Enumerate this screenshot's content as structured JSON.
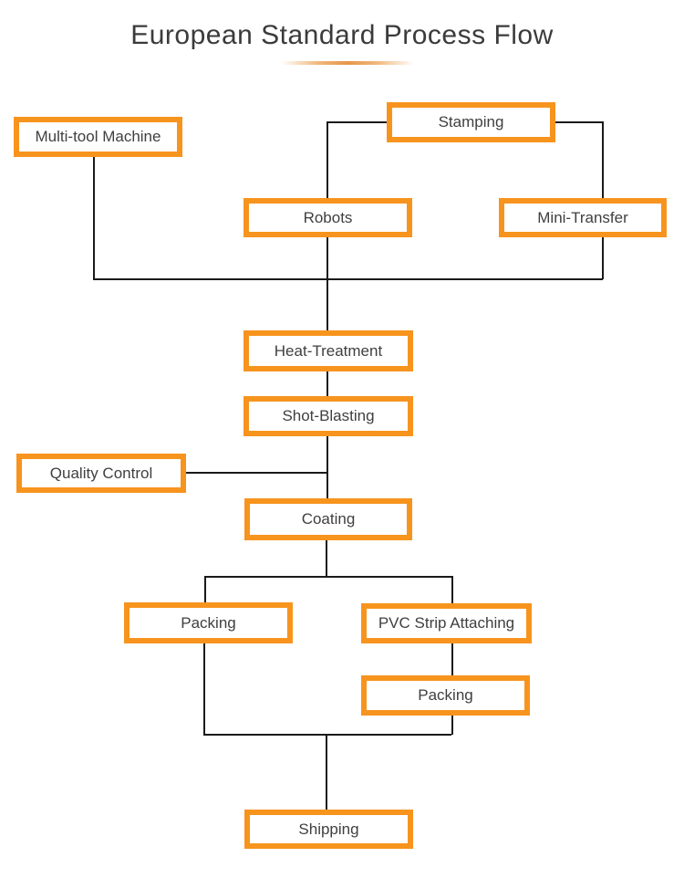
{
  "header": {
    "title": "European Standard Process Flow"
  },
  "colors": {
    "accent": "#F7941E",
    "line": "#1a1a1a",
    "text": "#3f3f3f",
    "background": "#ffffff"
  },
  "nodes": [
    {
      "id": "multi-tool-machine",
      "label": "Multi-tool Machine"
    },
    {
      "id": "stamping",
      "label": "Stamping"
    },
    {
      "id": "robots",
      "label": "Robots"
    },
    {
      "id": "mini-transfer",
      "label": "Mini-Transfer"
    },
    {
      "id": "heat-treatment",
      "label": "Heat-Treatment"
    },
    {
      "id": "shot-blasting",
      "label": "Shot-Blasting"
    },
    {
      "id": "quality-control",
      "label": "Quality Control"
    },
    {
      "id": "coating",
      "label": "Coating"
    },
    {
      "id": "packing-left",
      "label": "Packing"
    },
    {
      "id": "pvc-strip-attaching",
      "label": "PVC Strip Attaching"
    },
    {
      "id": "packing-right",
      "label": "Packing"
    },
    {
      "id": "shipping",
      "label": "Shipping"
    }
  ],
  "flow": {
    "edges": [
      "multi-tool-machine -> heat-treatment",
      "stamping -> robots",
      "stamping -> mini-transfer",
      "robots -> heat-treatment",
      "mini-transfer -> heat-treatment",
      "heat-treatment -> shot-blasting",
      "shot-blasting -> coating",
      "quality-control -> coating",
      "coating -> packing-left",
      "coating -> pvc-strip-attaching",
      "pvc-strip-attaching -> packing-right",
      "packing-left -> shipping",
      "packing-right -> shipping"
    ]
  }
}
